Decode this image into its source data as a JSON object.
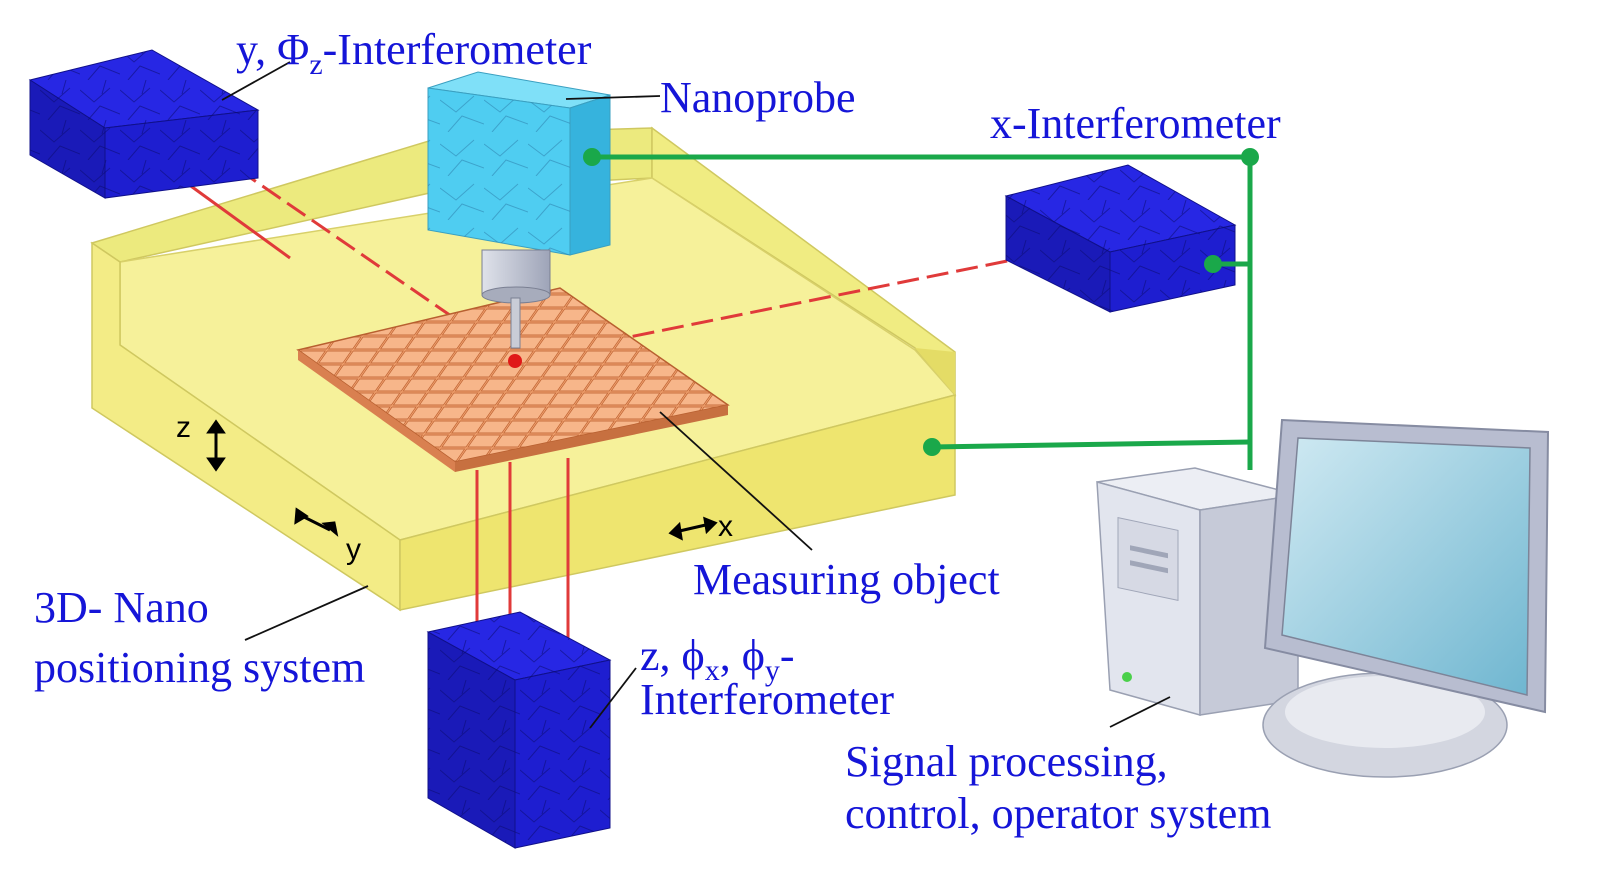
{
  "labels": {
    "y_interf_prefix": "y, Φ",
    "y_interf_sub": "z",
    "y_interf_suffix": "-Interferometer",
    "nanoprobe": "Nanoprobe",
    "x_interf": "x-Interferometer",
    "measuring_object": "Measuring object",
    "nano_line1": "3D- Nano",
    "nano_line2": "positioning system",
    "z_interf_a": "z, ϕ",
    "z_interf_sub1": "x",
    "z_interf_b": ", ϕ",
    "z_interf_sub2": "y",
    "z_interf_c": "-",
    "z_interf_line2": "Interferometer",
    "signal_line1": "Signal processing,",
    "signal_line2": "control, operator system"
  },
  "axes": {
    "z": "z",
    "y": "y",
    "x": "x"
  },
  "colors": {
    "label_text": "#1515d8",
    "interferometer": "#1c1cd6",
    "nanoprobe": "#3fc8ef",
    "stage": "#f4ef7c",
    "measuring_object": "#f0a070",
    "laser": "#e03030",
    "signal_wire": "#1aa84a"
  }
}
